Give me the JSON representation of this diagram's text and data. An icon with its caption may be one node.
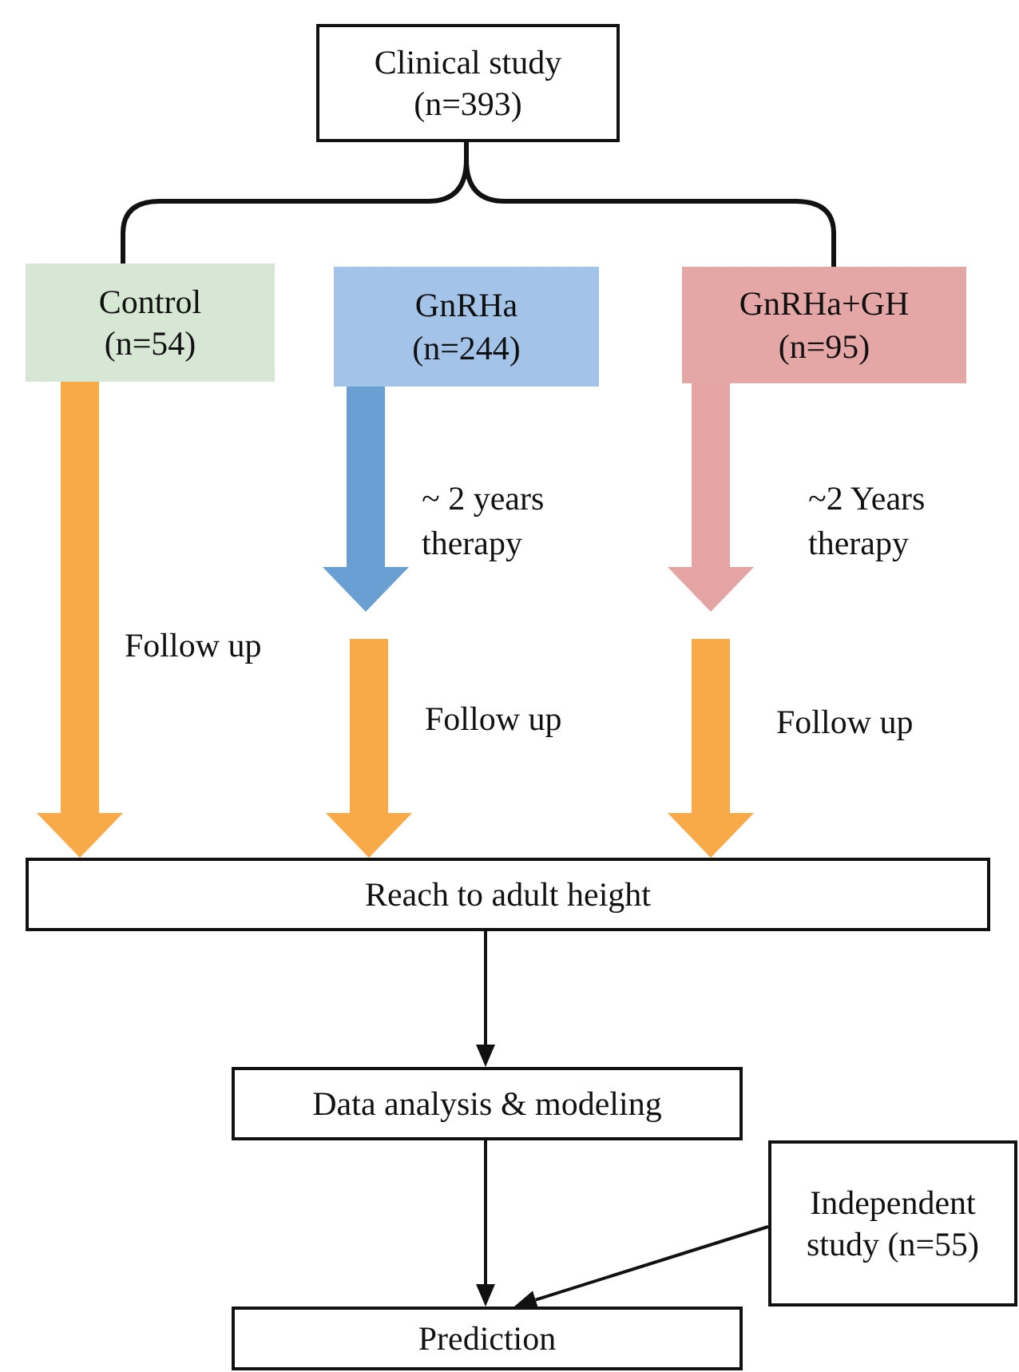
{
  "diagram": {
    "nodes": [
      {
        "text": [
          "Clinical study (n=393)"
        ]
      },
      {
        "text": [
          "Control (n=54)"
        ]
      },
      {
        "text": [
          "GnRHa (n=244)"
        ]
      },
      {
        "text": [
          "GnRHa+GH (n=95)"
        ]
      },
      {
        "text": [
          "Reach to adult height"
        ]
      },
      {
        "text": [
          "Data analysis & modeling"
        ]
      },
      {
        "text": [
          "Independent study (n=55)"
        ]
      },
      {
        "text": [
          "Prediction"
        ]
      }
    ],
    "edges": [
      {
        "from": 0,
        "to": 1,
        "arrow": "none"
      },
      {
        "from": 0,
        "to": 3,
        "arrow": "none"
      },
      {
        "from": 1,
        "to": 4,
        "arrow": "to",
        "label": "Follow up",
        "style": "thick",
        "color": "#f9aa48"
      },
      {
        "from": 2,
        "to": null,
        "arrow": "to",
        "label": "~ 2 years therapy",
        "style": "thick",
        "color": "#6a9fd4"
      },
      {
        "from": null,
        "to": 4,
        "arrow": "to",
        "label": "Follow up",
        "style": "thick",
        "color": "#f9aa48"
      },
      {
        "from": 3,
        "to": null,
        "arrow": "to",
        "label": "~2 Years therapy",
        "style": "thick",
        "color": "#e4a4a4"
      },
      {
        "from": null,
        "to": 4,
        "arrow": "to",
        "label": "Follow up",
        "style": "thick",
        "color": "#f9aa48"
      },
      {
        "from": 4,
        "to": 5,
        "arrow": "to"
      },
      {
        "from": 5,
        "to": 7,
        "arrow": "to"
      },
      {
        "from": 6,
        "to": 7,
        "arrow": "to"
      }
    ]
  }
}
